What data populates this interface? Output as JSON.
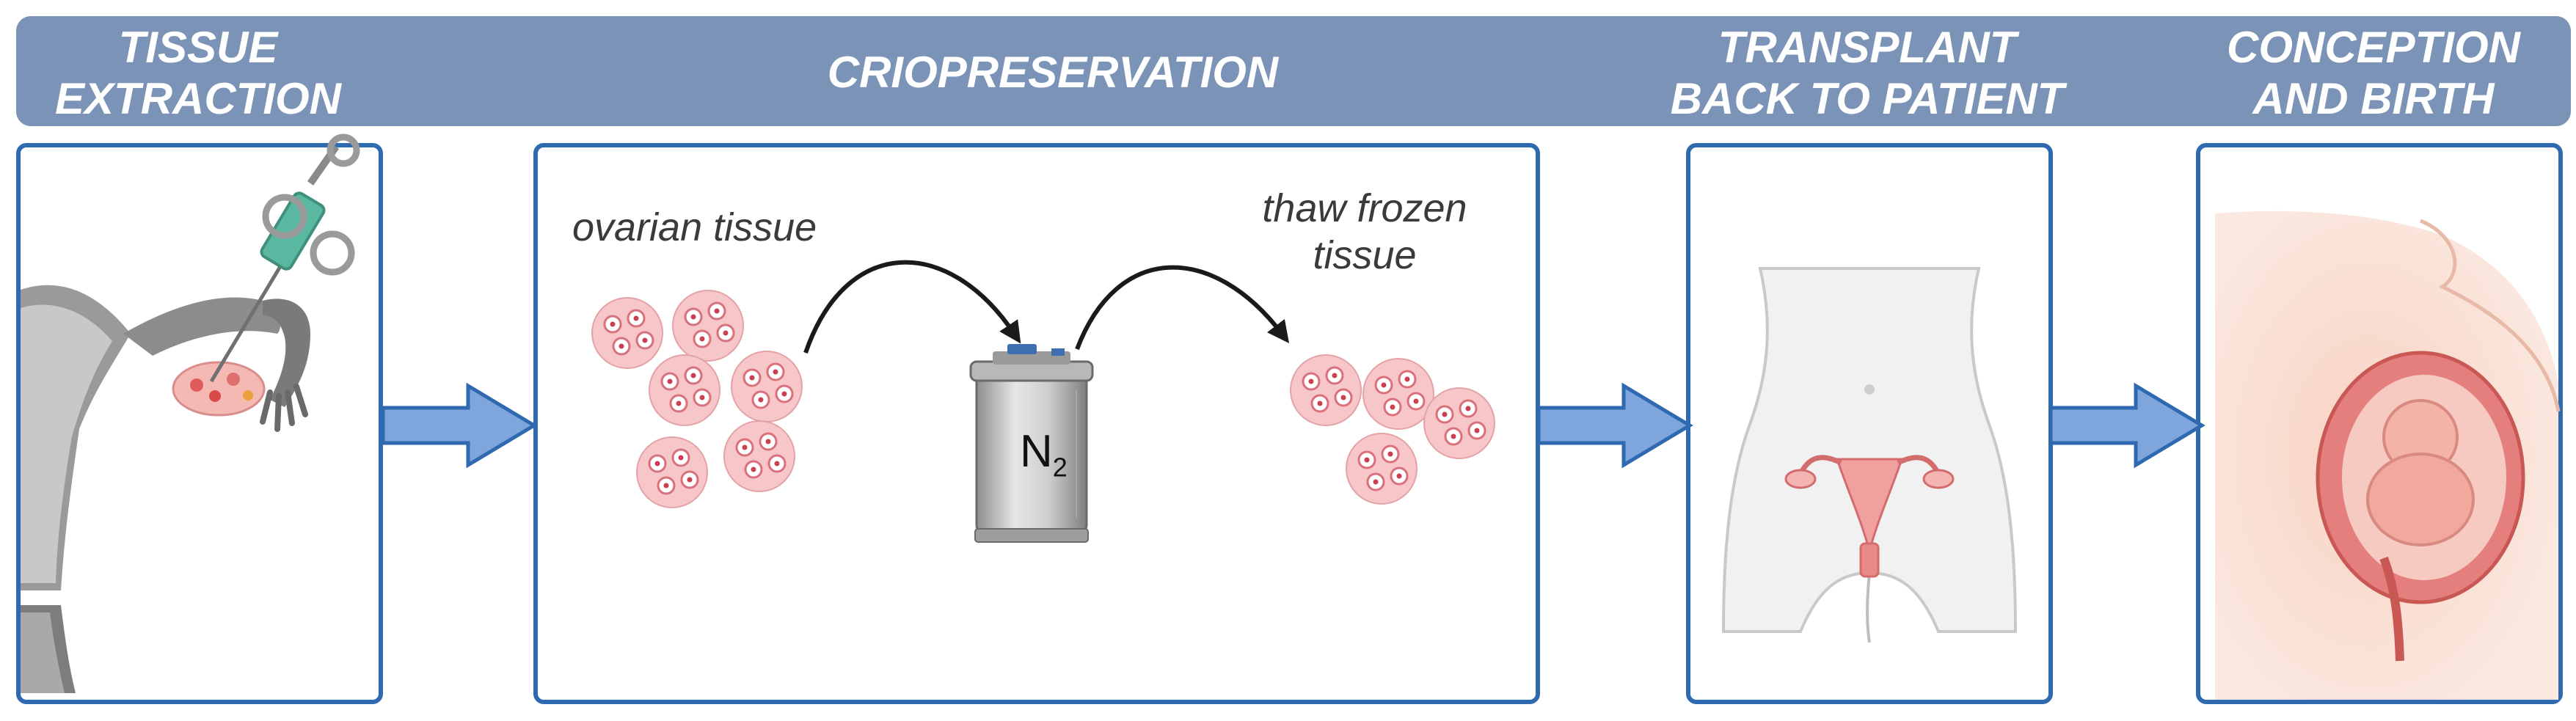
{
  "header": {
    "tissue_extraction": [
      "TISSUE",
      "EXTRACTION"
    ],
    "criopreservation": "CRIOPRESERVATION",
    "transplant": [
      "TRANSPLANT",
      "BACK TO PATIENT"
    ],
    "conception": [
      "CONCEPTION",
      "AND BIRTH"
    ]
  },
  "criopreservation_panel": {
    "ovarian_tissue_label": "ovarian tissue",
    "thaw_label": [
      "thaw frozen",
      "tissue"
    ],
    "tank_label": "N",
    "tank_subscript": "2"
  },
  "colors": {
    "header": "#7b93b7",
    "panel_border": "#2f6ab0",
    "arrow_fill": "#7ea6dd",
    "tissue_fill": "#f6c6c8"
  }
}
